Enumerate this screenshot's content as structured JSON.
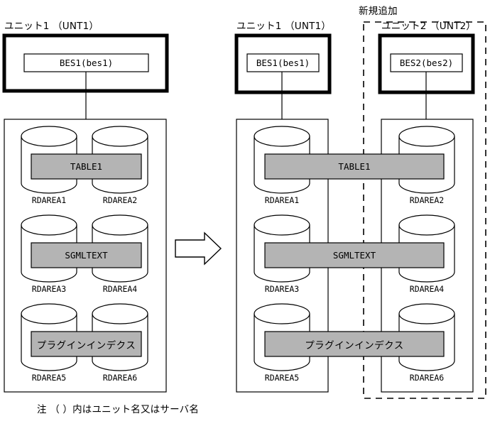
{
  "figure": {
    "note": "注  （ ）内はユニット名又はサーバ名",
    "new_addition_label": "新規追加",
    "arrow": "right-block-arrow"
  },
  "before": {
    "unit": {
      "title": "ユニット1 （UNT1）",
      "server": "BES1(bes1)"
    },
    "rows": [
      {
        "object": "TABLE1",
        "rdareas": [
          "RDAREA1",
          "RDAREA2"
        ]
      },
      {
        "object": "SGMLTEXT",
        "rdareas": [
          "RDAREA3",
          "RDAREA4"
        ]
      },
      {
        "object": "プラグインインデクス",
        "rdareas": [
          "RDAREA5",
          "RDAREA6"
        ]
      }
    ]
  },
  "after": {
    "units": [
      {
        "title": "ユニット1 （UNT1）",
        "server": "BES1(bes1)",
        "rdareas": [
          "RDAREA1",
          "RDAREA3",
          "RDAREA5"
        ],
        "new": false
      },
      {
        "title": "ユニット2 （UNT2）",
        "server": "BES2(bes2)",
        "rdareas": [
          "RDAREA2",
          "RDAREA4",
          "RDAREA6"
        ],
        "new": true
      }
    ],
    "objects": [
      "TABLE1",
      "SGMLTEXT",
      "プラグインインデクス"
    ]
  },
  "colors": {
    "stroke": "#000000",
    "fill_gray": "#b4b4b4",
    "background": "#ffffff"
  }
}
